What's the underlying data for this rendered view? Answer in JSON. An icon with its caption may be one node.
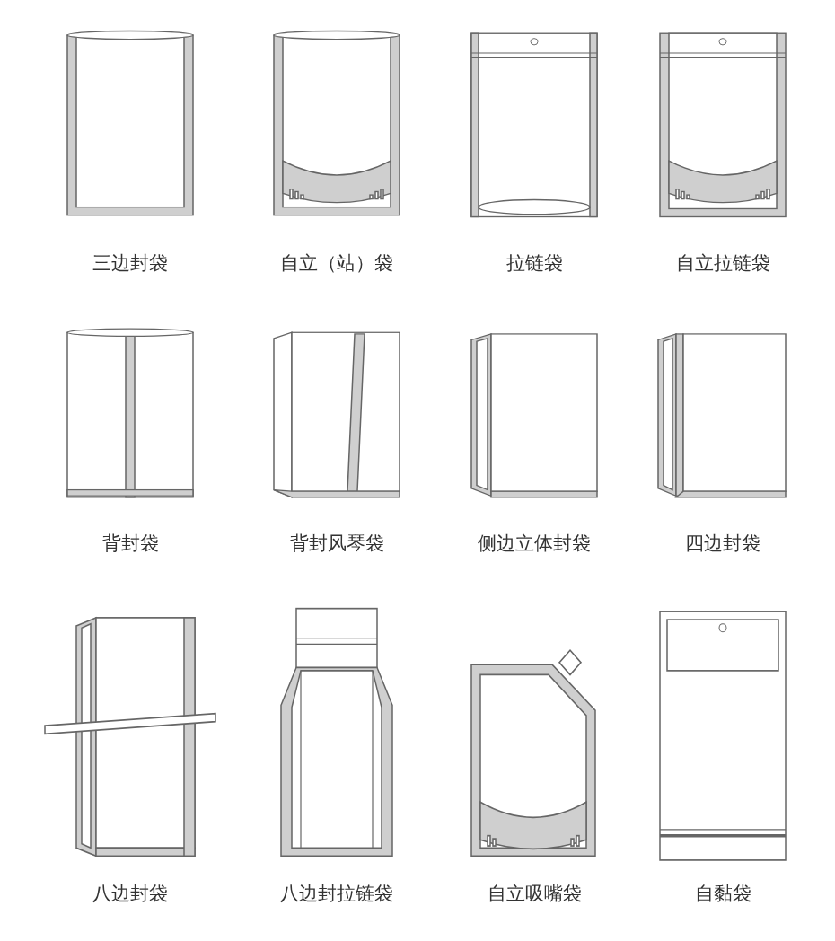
{
  "diagram": {
    "nodes": [
      {
        "text": [
          "三边封袋"
        ]
      },
      {
        "text": [
          "自立（站）袋"
        ]
      },
      {
        "text": [
          "拉链袋"
        ]
      },
      {
        "text": [
          "自立拉链袋"
        ]
      },
      {
        "text": [
          "背封袋"
        ]
      },
      {
        "text": [
          "背封风琴袋"
        ]
      },
      {
        "text": [
          "侧边立体封袋"
        ]
      },
      {
        "text": [
          "四边封袋"
        ]
      },
      {
        "text": [
          "八边封袋"
        ]
      },
      {
        "text": [
          "八边封拉链袋"
        ]
      },
      {
        "text": [
          "自立吸嘴袋"
        ]
      },
      {
        "text": [
          "自黏袋"
        ]
      }
    ]
  }
}
